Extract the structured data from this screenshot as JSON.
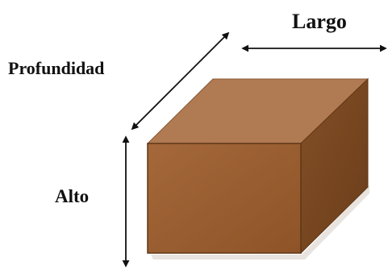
{
  "labels": {
    "largo": "Largo",
    "profundidad": "Profundidad",
    "alto": "Alto"
  },
  "colors": {
    "front_face": "#9b5e2e",
    "top_face": "#b07a52",
    "side_face": "#7a4722",
    "edge": "#5e3616",
    "arrow": "#111111"
  }
}
